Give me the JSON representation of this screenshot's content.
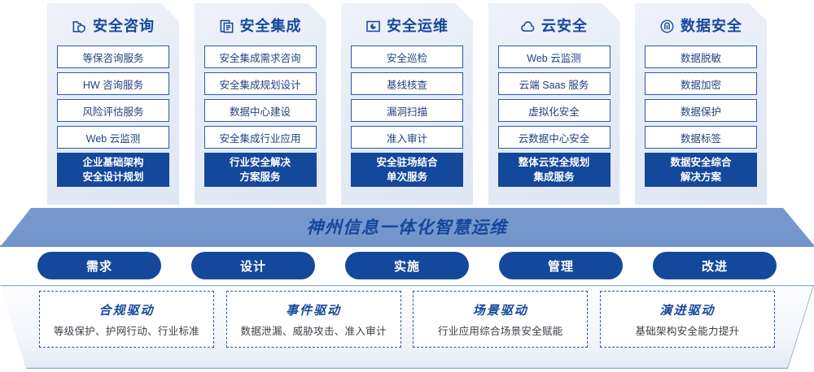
{
  "columns": [
    {
      "icon": "folder-shield-icon",
      "title": "安全咨询",
      "items": [
        "等保咨询服务",
        "HW 咨询服务",
        "风险评估服务",
        "Web 云监测"
      ],
      "footer": [
        "企业基础架构",
        "安全设计规划"
      ]
    },
    {
      "icon": "stacked-documents-icon",
      "title": "安全集成",
      "items": [
        "安全集成需求咨询",
        "安全集成规划设计",
        "数据中心建设",
        "安全集成行业应用"
      ],
      "footer": [
        "行业安全解决",
        "方案服务"
      ]
    },
    {
      "icon": "folder-chart-icon",
      "title": "安全运维",
      "items": [
        "安全巡检",
        "基线核查",
        "漏洞扫描",
        "准入审计"
      ],
      "footer": [
        "安全驻场结合",
        "单次服务"
      ]
    },
    {
      "icon": "cloud-icon",
      "title": "云安全",
      "items": [
        "Web 云监测",
        "云端 Saas 服务",
        "虚拟化安全",
        "云数据中心安全"
      ],
      "footer": [
        "整体云安全规划",
        "集成服务"
      ]
    },
    {
      "icon": "fingerprint-icon",
      "title": "数据安全",
      "items": [
        "数据脱敏",
        "数据加密",
        "数据保护",
        "数据标签"
      ],
      "footer": [
        "数据安全综合",
        "解决方案"
      ]
    }
  ],
  "banner": {
    "title": "神州信息一体化智慧运维"
  },
  "pills": [
    {
      "label": "需求"
    },
    {
      "label": "设计"
    },
    {
      "label": "实施"
    },
    {
      "label": "管理"
    },
    {
      "label": "改进"
    }
  ],
  "drivers": [
    {
      "title": "合规驱动",
      "subtitle": "等级保护、护网行动、行业标准"
    },
    {
      "title": "事件驱动",
      "subtitle": "数据泄漏、威胁攻击、准入审计"
    },
    {
      "title": "场景驱动",
      "subtitle": "行业应用综合场景安全赋能"
    },
    {
      "title": "演进驱动",
      "subtitle": "基础架构安全能力提升"
    }
  ],
  "colors": {
    "brand_blue": "#14489b",
    "title_blue": "#15489c",
    "item_border": "#2f5aa8",
    "dashed_border": "#2554a6"
  }
}
